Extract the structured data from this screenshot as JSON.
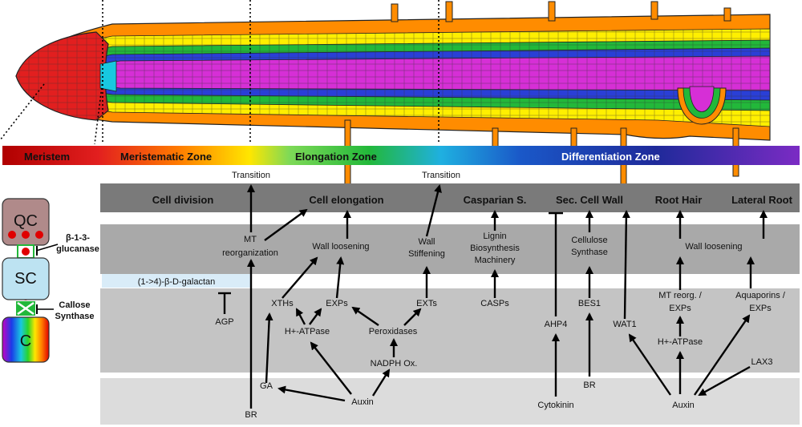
{
  "zones": {
    "meristem": "Meristem",
    "meristematic": "Meristematic Zone",
    "elongation": "Elongation Zone",
    "differentiation": "Differentiation Zone"
  },
  "transitions": {
    "first": "Transition",
    "second": "Transition"
  },
  "processes": {
    "cell_division": "Cell division",
    "cell_elongation": "Cell elongation",
    "casparian": "Casparian S.",
    "sec_cell_wall": "Sec. Cell Wall",
    "root_hair": "Root Hair",
    "lateral_root": "Lateral Root"
  },
  "mid": {
    "mt_reorg_1": "MT",
    "mt_reorg_2": "reorganization",
    "wall_loosening_1": "Wall loosening",
    "wall_stiff_1": "Wall",
    "wall_stiff_2": "Stiffening",
    "lignin_1": "Lignin",
    "lignin_2": "Biosynthesis",
    "lignin_3": "Machinery",
    "cellulose_1": "Cellulose",
    "cellulose_2": "Synthase",
    "wall_loosening_2": "Wall loosening"
  },
  "galactan": "(1->4)-β-D-galactan",
  "regulators": {
    "agp": "AGP",
    "xths": "XTHs",
    "exps": "EXPs",
    "exts": "EXTs",
    "casps": "CASPs",
    "hatpase_1": "H+-ATPase",
    "peroxidases": "Peroxidases",
    "ahp4": "AHP4",
    "bes1": "BES1",
    "wat1": "WAT1",
    "mt_reorg_exps_1": "MT reorg. /",
    "mt_reorg_exps_2": "EXPs",
    "aquaporins_1": "Aquaporins /",
    "aquaporins_2": "EXPs",
    "hatpase_2": "H+-ATPase",
    "lax3": "LAX3",
    "nadph": "NADPH Ox."
  },
  "signals": {
    "ga": "GA",
    "br_1": "BR",
    "auxin_1": "Auxin",
    "cytokinin": "Cytokinin",
    "br_2": "BR",
    "auxin_2": "Auxin"
  },
  "stem_cell": {
    "qc": "QC",
    "sc": "SC",
    "c": "C",
    "glucanase_1": "β-1-3-",
    "glucanase_2": "glucanase",
    "callose_1": "Callose",
    "callose_2": "Synthase"
  },
  "colors": {
    "band_dark": "#7a7a7a",
    "band_mid": "#a9a9a9",
    "band_light": "#c4c4c4",
    "band_lightest": "#dcdcdc",
    "qc_fill": "#b08a8a",
    "sc_fill": "#bde3f2",
    "stele": "#d62fd6",
    "endodermis": "#2a3fd6",
    "cortex_green": "#22b83a",
    "cortex_yellow": "#ffef00",
    "epidermis": "#ff8c00"
  }
}
